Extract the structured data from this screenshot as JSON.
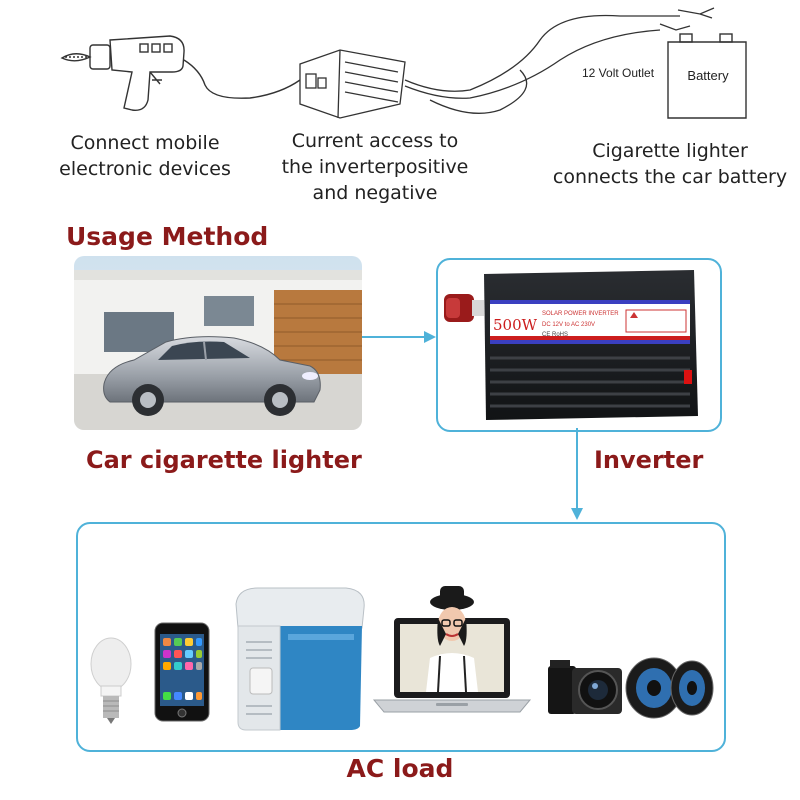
{
  "top_diagram": {
    "outlet_label": "12 Volt Outlet",
    "battery_label": "Battery",
    "caption_devices": "Connect mobile\nelectronic devices",
    "caption_inverter": "Current access to\nthe inverterpositive\nand negative",
    "caption_battery": "Cigarette lighter\nconnects the car battery"
  },
  "usage": {
    "heading": "Usage Method",
    "car_label": "Car cigarette lighter",
    "inverter_label": "Inverter",
    "ac_label": "AC load"
  },
  "inverter": {
    "power": "500W",
    "line1": "SOLAR POWER INVERTER",
    "line2": "DC 12V to AC 230V",
    "line3": "CE RoHS"
  },
  "colors": {
    "accent": "#4fb2d9",
    "heading_red": "#8b1a1a"
  },
  "icons": [
    "drill-icon",
    "inverter-sketch-icon",
    "battery-icon",
    "car-photo",
    "inverter-photo",
    "bulb-icon",
    "phone-icon",
    "cooler-icon",
    "laptop-icon",
    "camera-icon",
    "speakers-icon"
  ]
}
